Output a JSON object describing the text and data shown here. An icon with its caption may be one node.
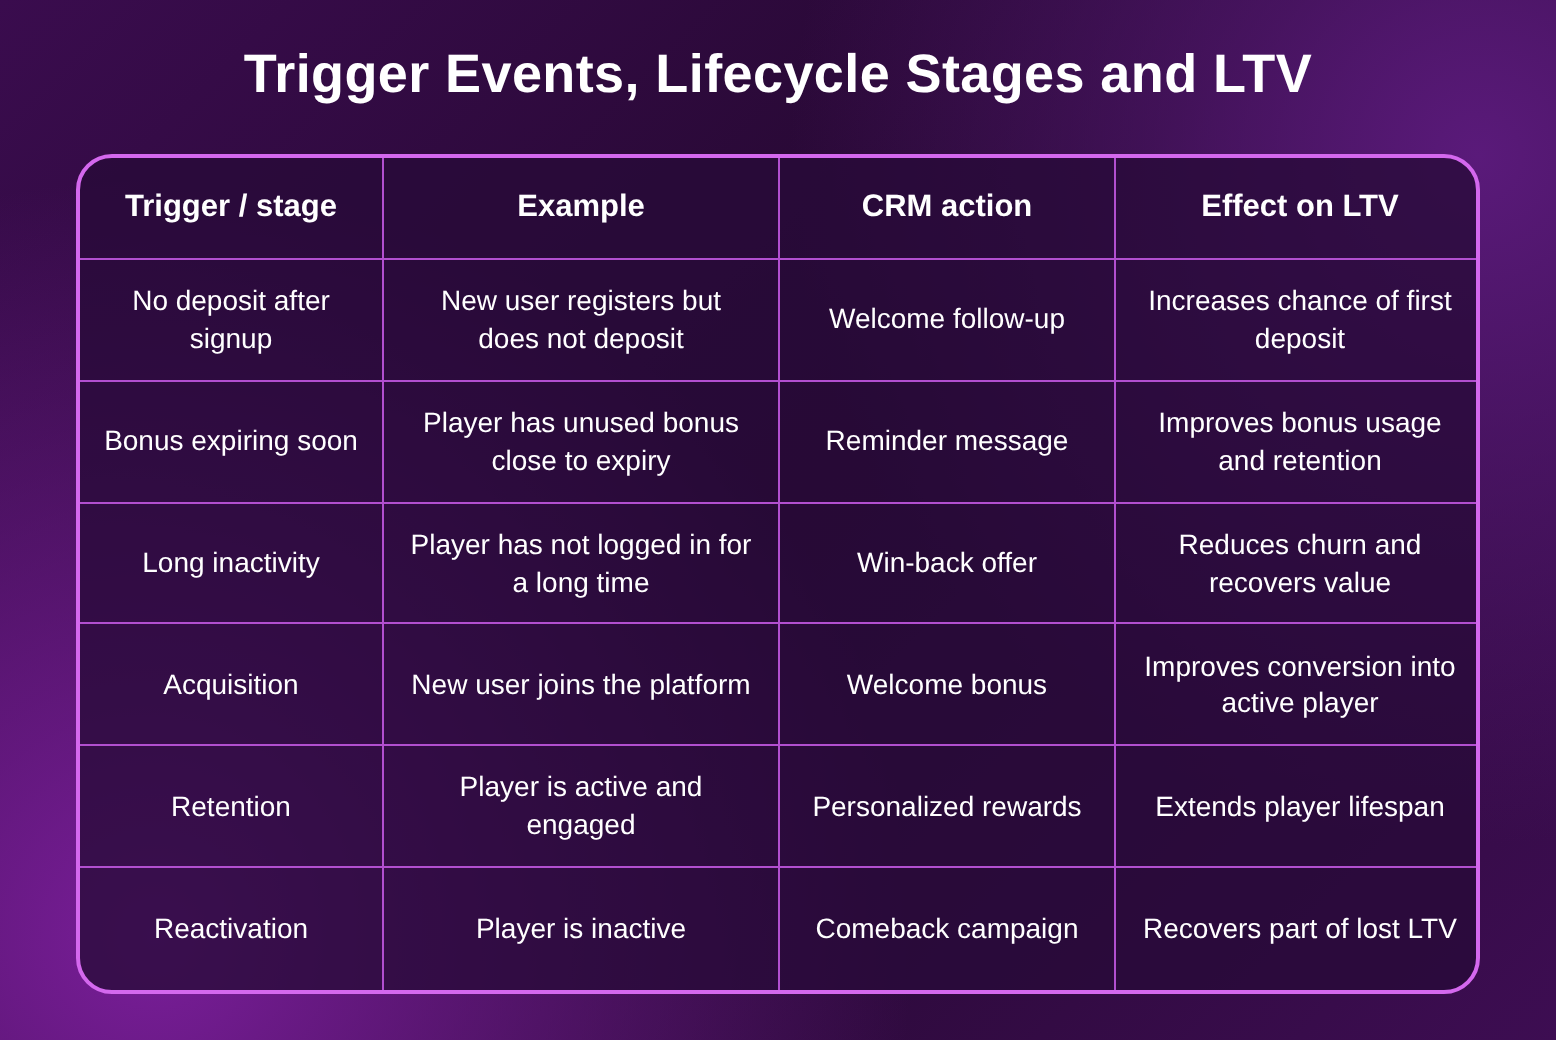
{
  "diagram": {
    "title": "Trigger Events, Lifecycle Stages and LTV",
    "labels": [
      "Trigger / stage",
      "Example",
      "CRM action",
      "Effect on LTV",
      "No deposit after signup",
      "New user registers but does not deposit",
      "Welcome follow-up",
      "Increases chance of first deposit",
      "Bonus expiring soon",
      "Player has unused bonus close to expiry",
      "Reminder message",
      "Improves bonus usage and retention",
      "Long inactivity",
      "Player has not logged in for a long time",
      "Win-back offer",
      "Reduces churn and recovers value",
      "Acquisition",
      "New user joins the platform",
      "Welcome bonus",
      "Improves conversion into active player",
      "Retention",
      "Player is active and engaged",
      "Personalized rewards",
      "Extends player lifespan",
      "Reactivation",
      "Player is inactive",
      "Comeback campaign",
      "Recovers part of lost LTV"
    ]
  }
}
